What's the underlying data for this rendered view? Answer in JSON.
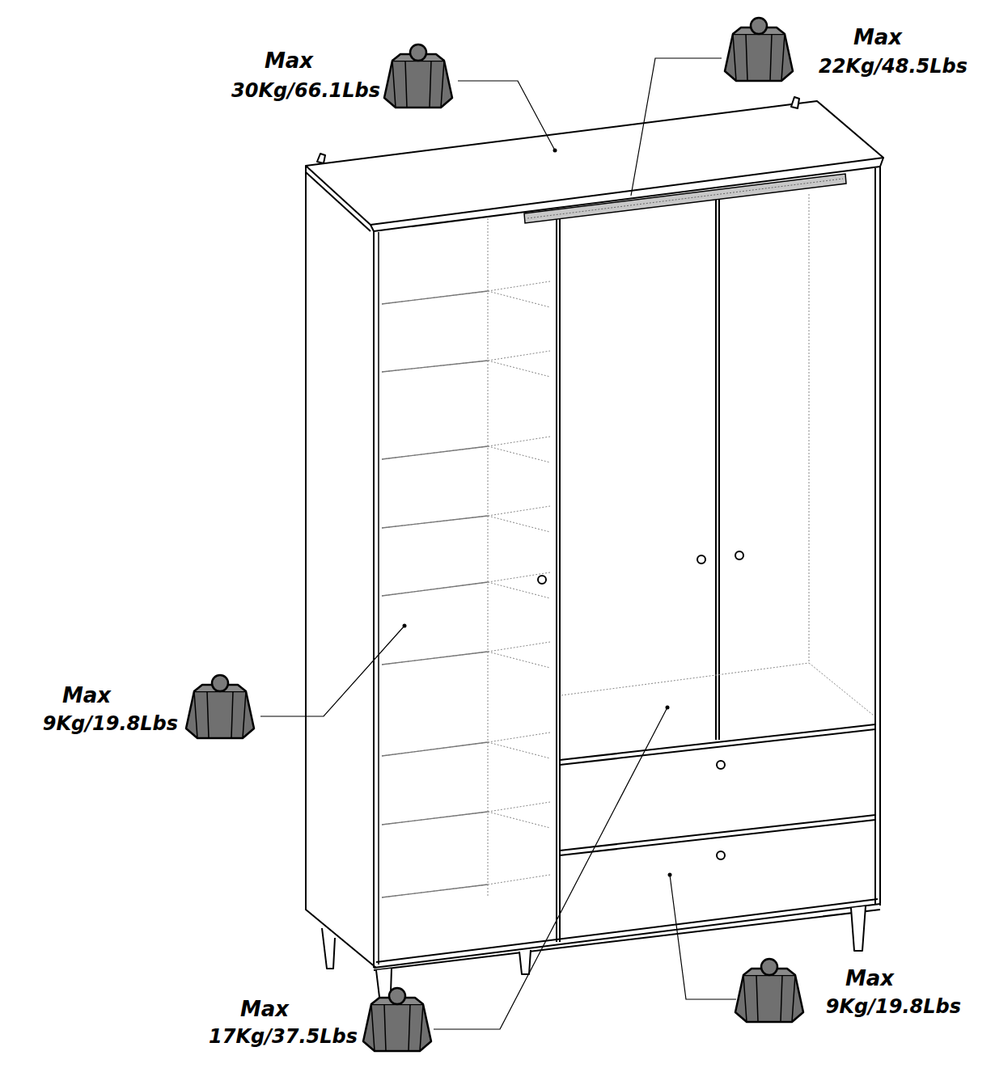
{
  "diagram": {
    "labels": [
      "Max",
      "30Kg/66.1Lbs",
      "Max",
      "22Kg/48.5Lbs",
      "Max",
      "9Kg/19.8Lbs",
      "Max",
      "17Kg/37.5Lbs",
      "Max",
      "9Kg/19.8Lbs"
    ]
  }
}
